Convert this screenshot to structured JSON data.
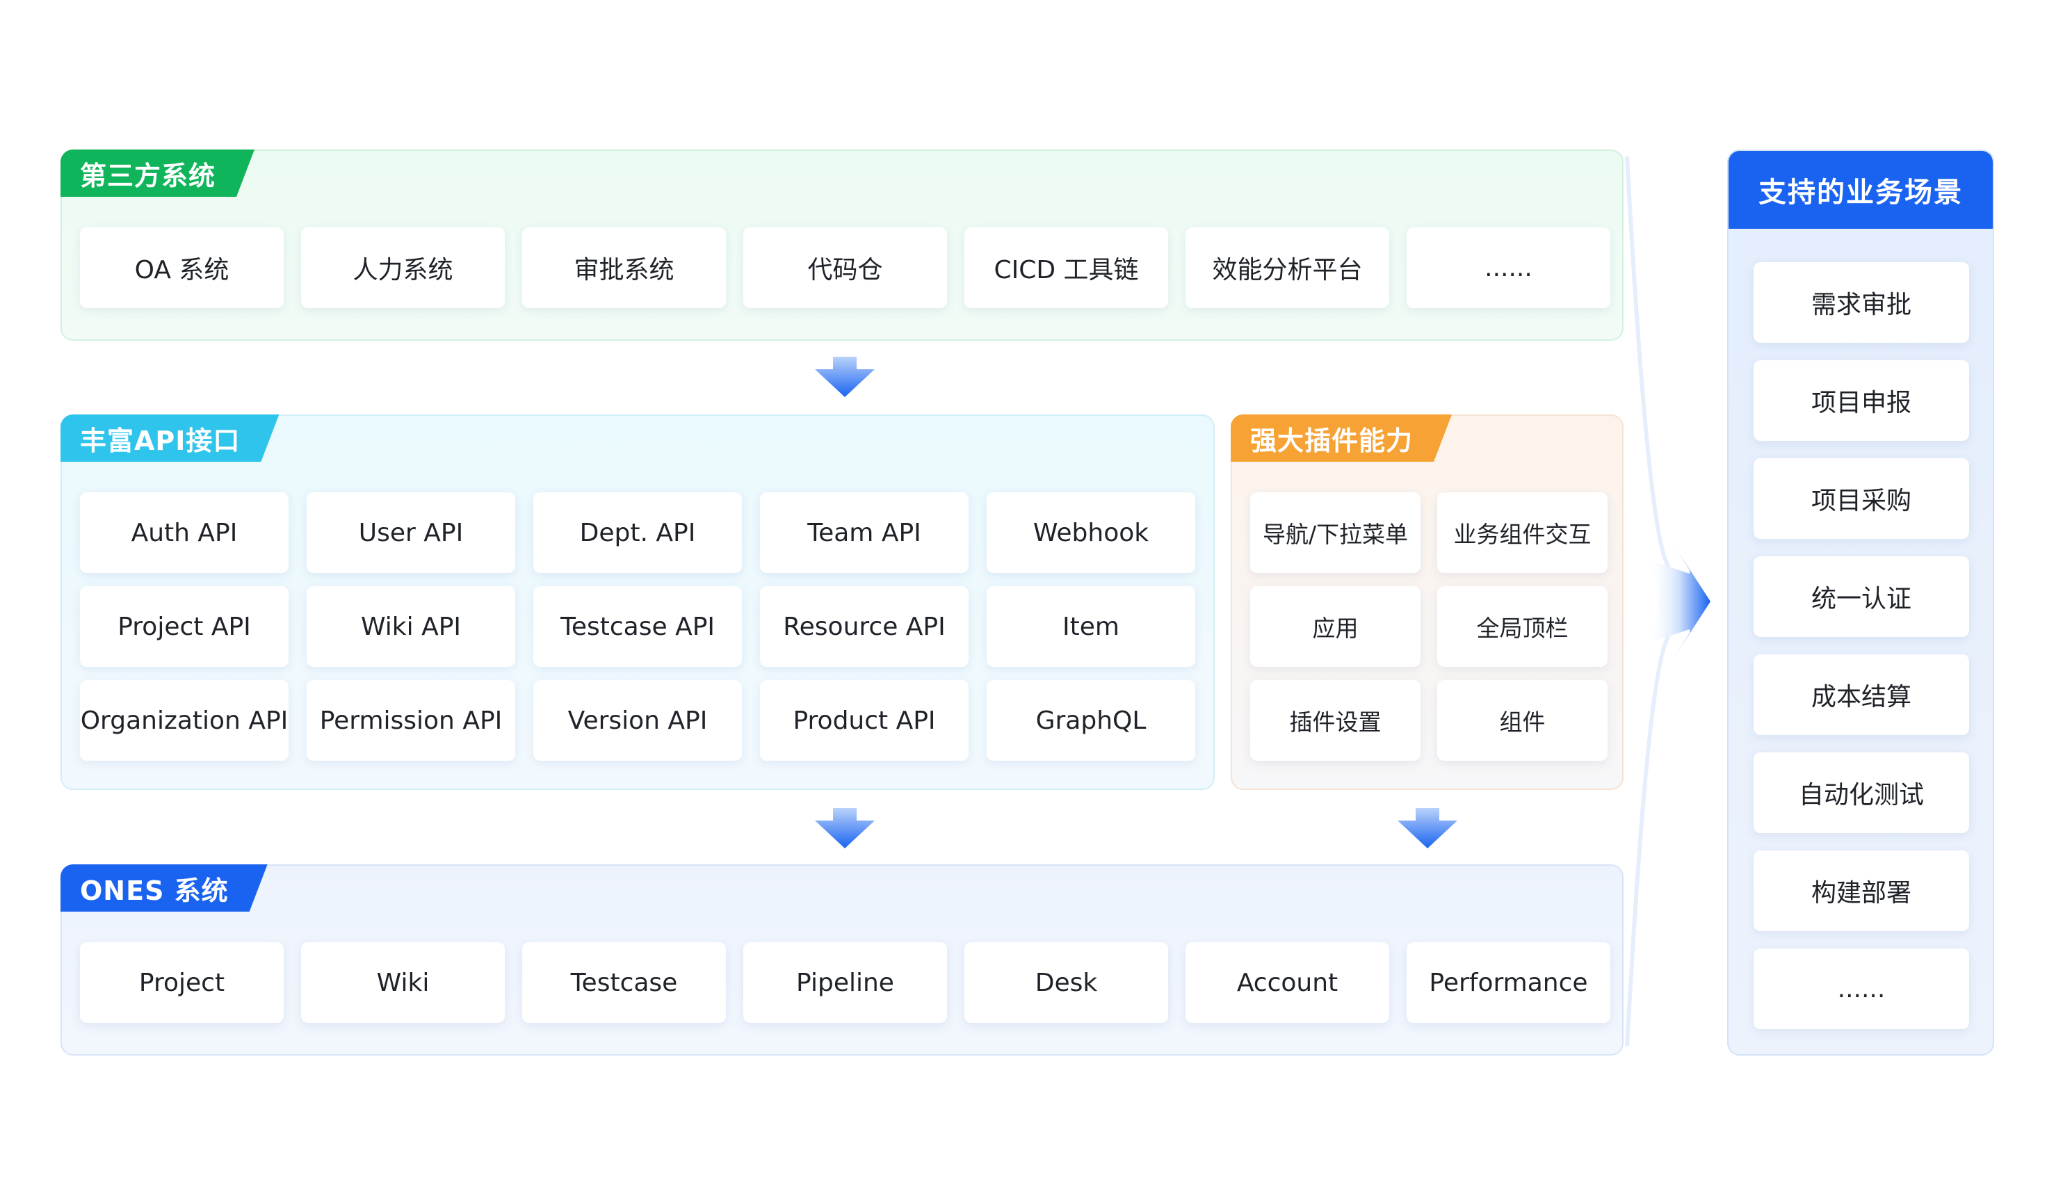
{
  "third_party": {
    "title": "第三方系统",
    "items": [
      "OA 系统",
      "人力系统",
      "审批系统",
      "代码仓",
      "CICD 工具链",
      "效能分析平台",
      "......"
    ]
  },
  "api": {
    "title": "丰富API接口",
    "items": [
      "Auth API",
      "User API",
      "Dept. API",
      "Team API",
      "Webhook",
      "Project API",
      "Wiki API",
      "Testcase API",
      "Resource API",
      "Item",
      "Organization API",
      "Permission API",
      "Version API",
      "Product API",
      "GraphQL"
    ]
  },
  "plugin": {
    "title": "强大插件能力",
    "items": [
      "导航/下拉菜单",
      "业务组件交互",
      "应用",
      "全局顶栏",
      "插件设置",
      "组件"
    ]
  },
  "ones": {
    "title": "ONES 系统",
    "items": [
      "Project",
      "Wiki",
      "Testcase",
      "Pipeline",
      "Desk",
      "Account",
      "Performance"
    ]
  },
  "scenes": {
    "title": "支持的业务场景",
    "items": [
      "需求审批",
      "项目申报",
      "项目采购",
      "统一认证",
      "成本结算",
      "自动化测试",
      "构建部署",
      "......"
    ]
  },
  "colors": {
    "green": "#10b45b",
    "cyan": "#2fc4ec",
    "orange": "#f7a234",
    "blue": "#1a63f0"
  }
}
